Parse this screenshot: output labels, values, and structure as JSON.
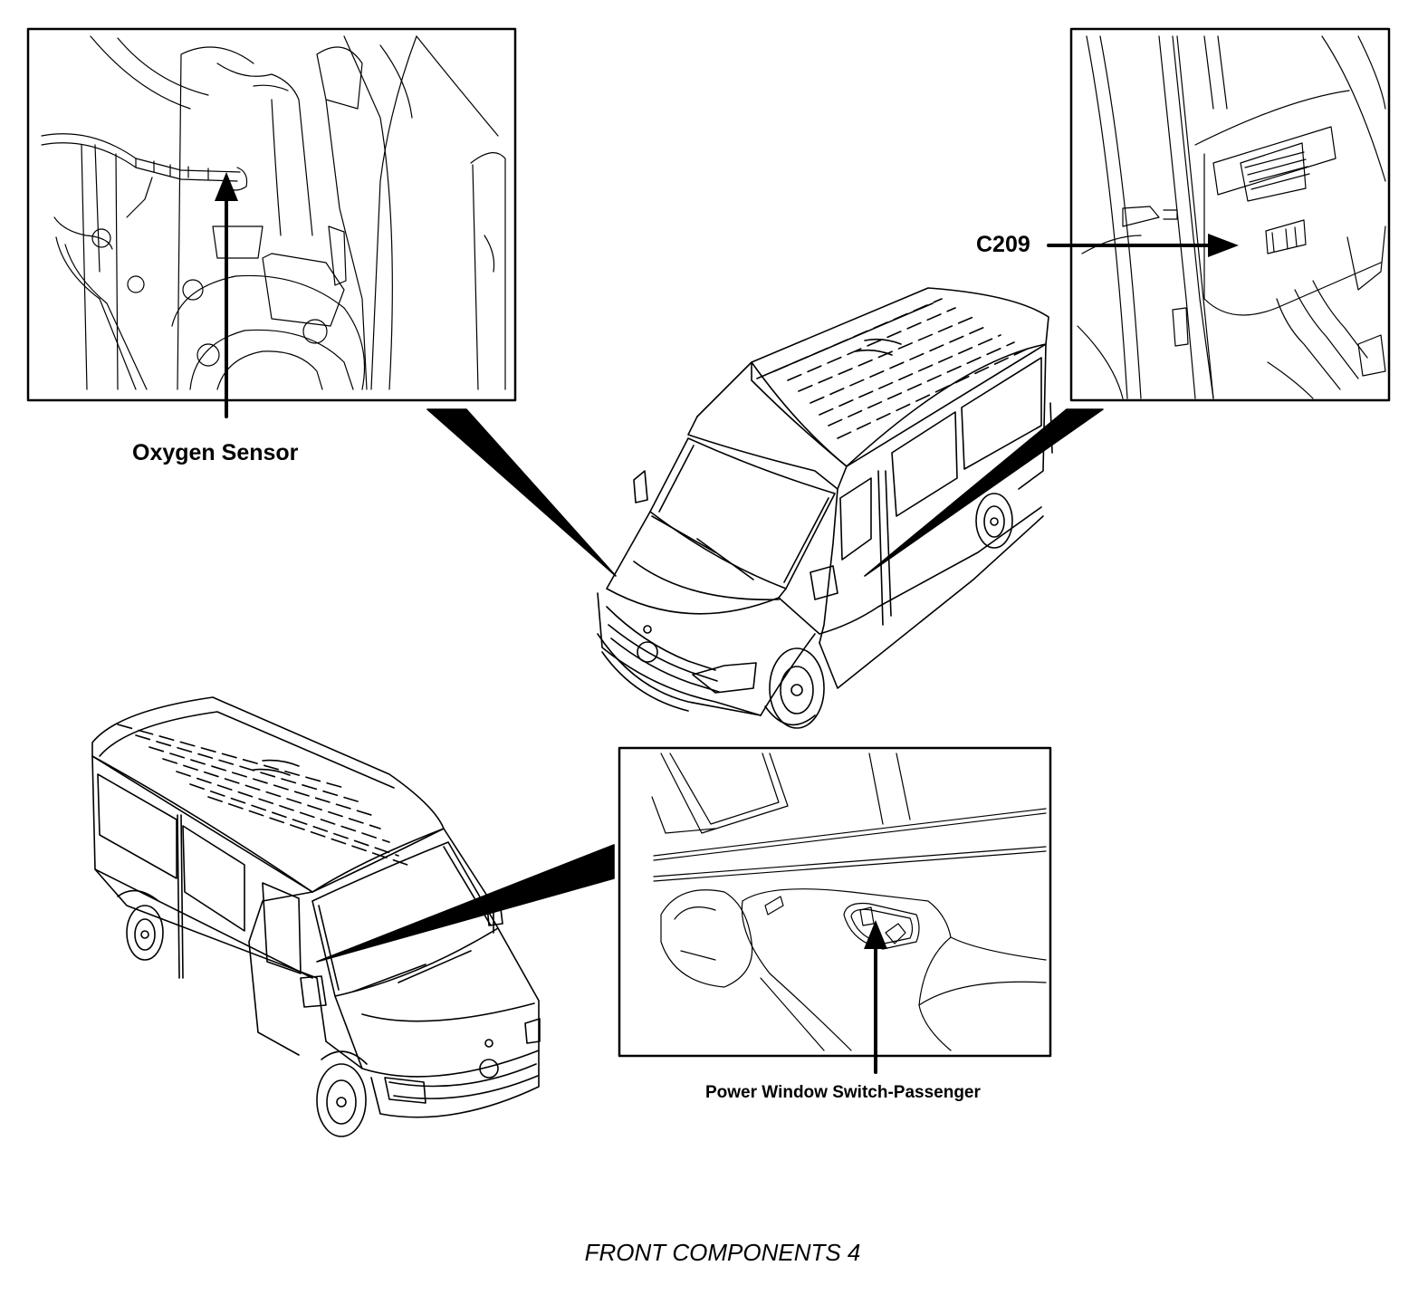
{
  "callouts": {
    "oxygen_sensor": "Oxygen Sensor",
    "c209": "C209",
    "power_window_switch": "Power Window Switch-Passenger"
  },
  "caption": "FRONT COMPONENTS 4",
  "colors": {
    "ink": "#000000",
    "paper": "#ffffff"
  }
}
